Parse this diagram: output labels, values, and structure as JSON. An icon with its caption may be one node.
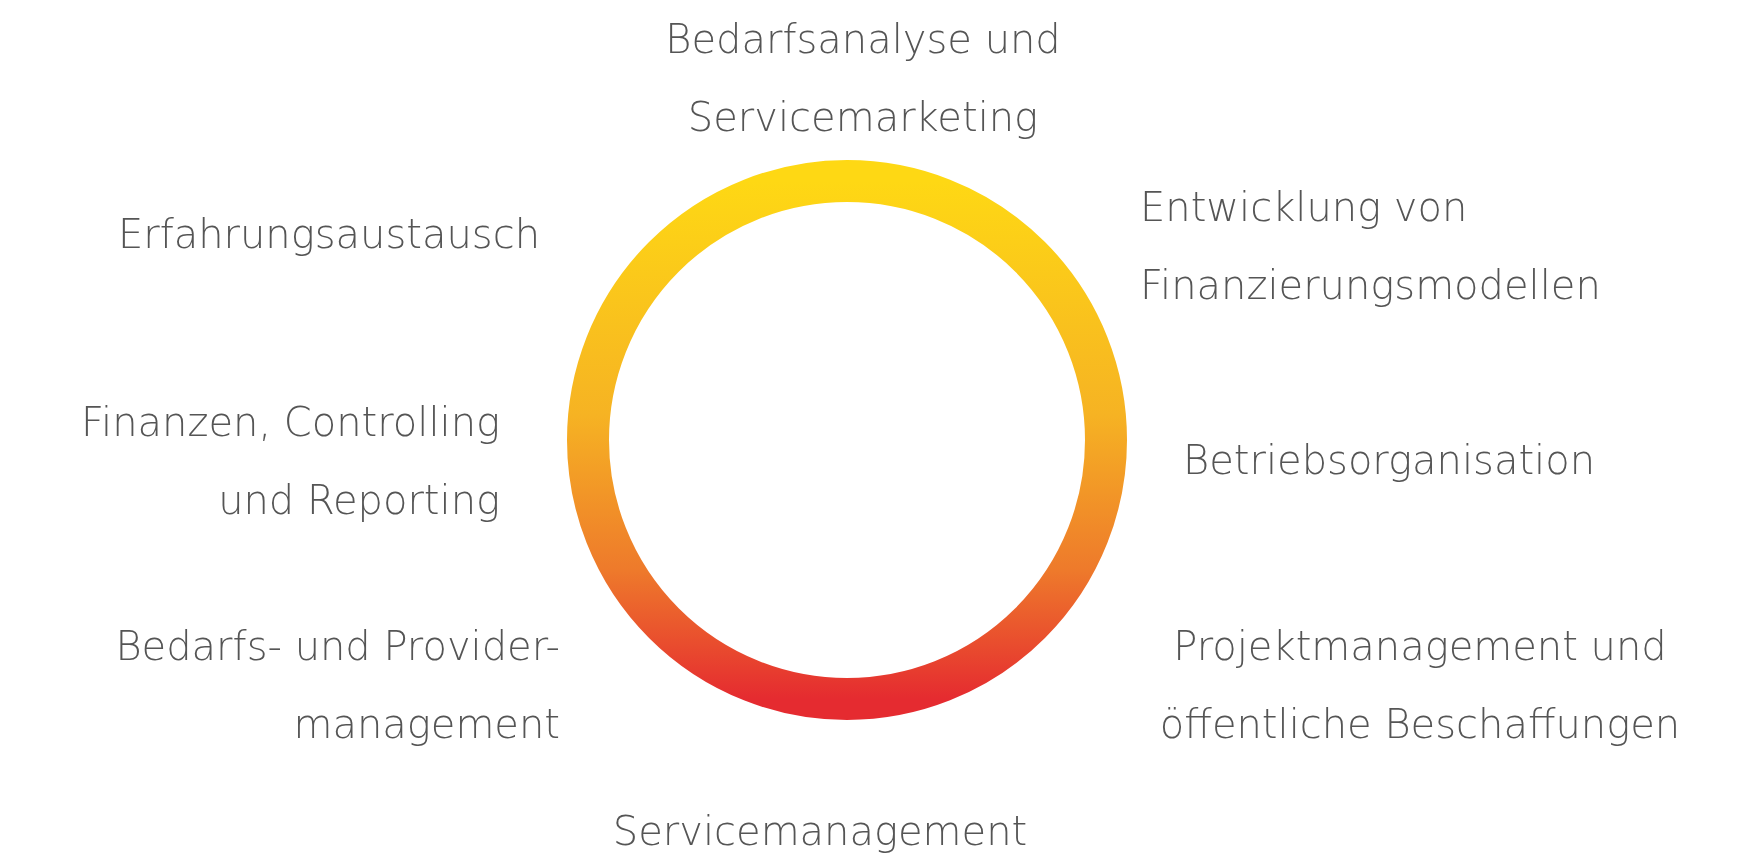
{
  "diagram": {
    "labels": [
      "Bedarfsanalyse und Servicemarketing",
      "Entwicklung von Finanzierungsmodellen",
      "Betriebsorganisation",
      "Projektmanagement und öffentliche Beschaffungen",
      "Servicemanagement",
      "Bedarfs- und Provider- management",
      "Finanzen, Controlling und Reporting",
      "Erfahrungsaustausch"
    ]
  }
}
